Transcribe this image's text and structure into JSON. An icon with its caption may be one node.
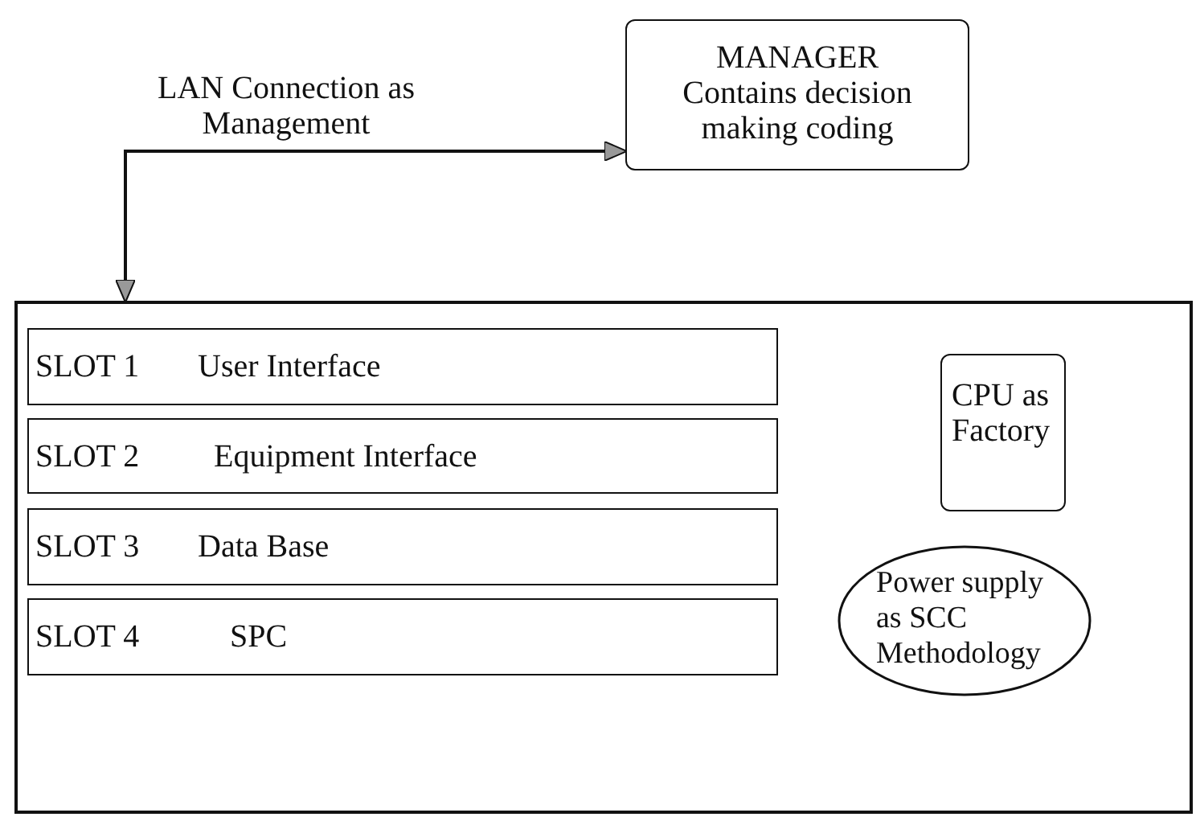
{
  "diagram": {
    "nodes": [
      {
        "text": [
          "MANAGER",
          "Contains decision making coding"
        ]
      },
      {
        "text": [],
        "shape": "box"
      },
      {
        "text": [
          "SLOT 1",
          "User Interface"
        ],
        "in": 1
      },
      {
        "text": [
          "SLOT 2",
          "Equipment Interface"
        ],
        "in": 1
      },
      {
        "text": [
          "SLOT 3",
          "Data Base"
        ],
        "in": 1
      },
      {
        "text": [
          "SLOT 4",
          "SPC"
        ],
        "in": 1
      },
      {
        "text": [
          "CPU as Factory"
        ],
        "in": 1
      },
      {
        "text": [
          "Power supply as SCC Methodology"
        ],
        "in": 1
      }
    ],
    "edges": [
      {
        "from": 1,
        "to": 0,
        "arrow": "both",
        "label": "LAN Connection as Management"
      }
    ]
  }
}
